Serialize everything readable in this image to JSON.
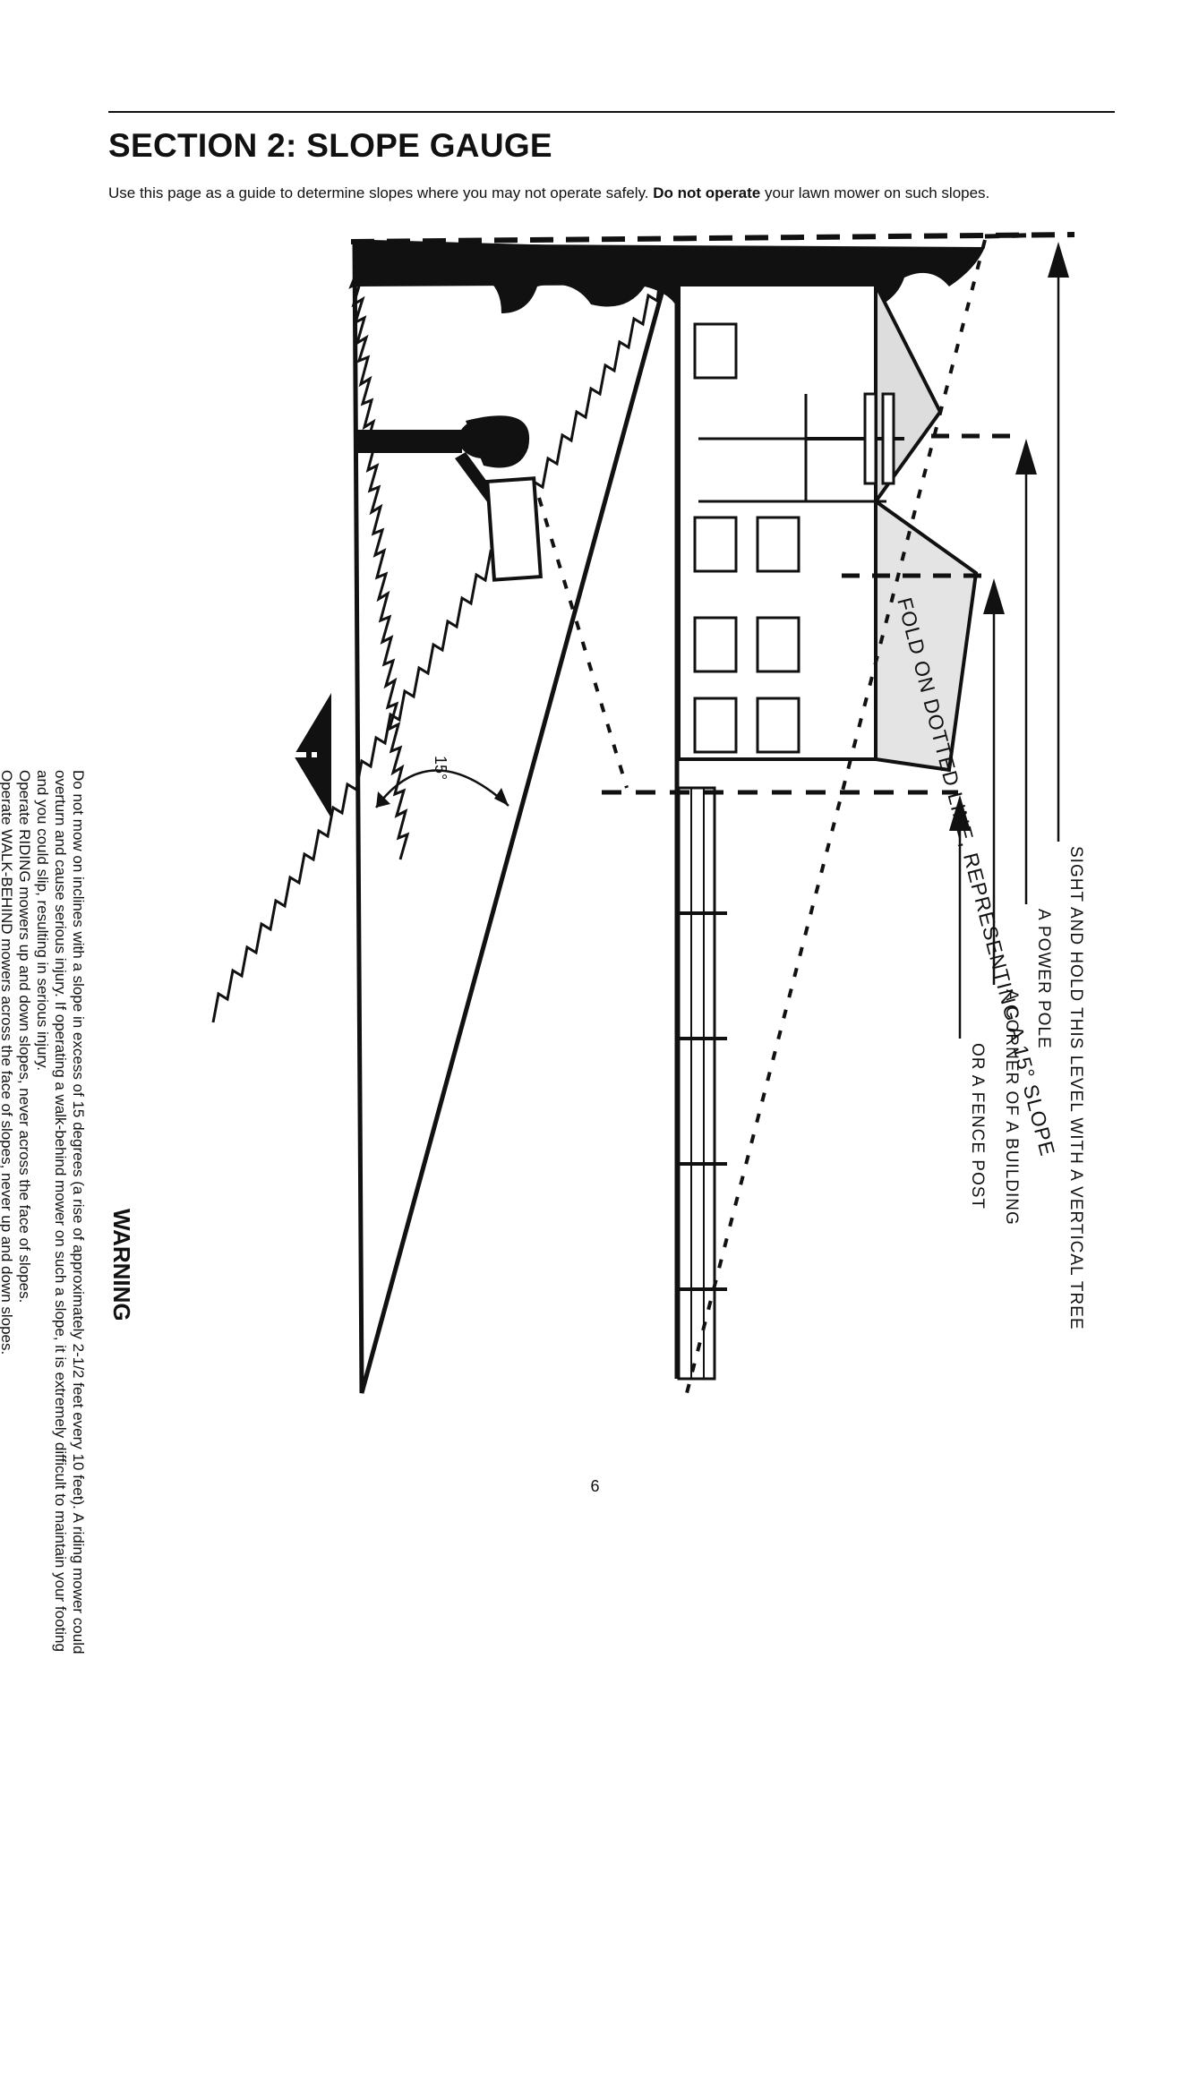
{
  "section": {
    "title": "SECTION 2: SLOPE GAUGE"
  },
  "intro": {
    "text_before": "Use this page as a guide to determine slopes where you may not operate safely. ",
    "bold": "Do not operate",
    "text_after": " your lawn mower on such slopes."
  },
  "warning": {
    "title": "WARNING",
    "icon": "warning-triangle-icon",
    "lines": [
      "Do not mow on inclines with a slope in excess of 15 degrees (a rise of approximately 2-1/2 feet every 10 feet). A riding mower could",
      "overturn and cause serious injury. If operating a walk-behind mower on such a slope, it is extremely difficult to maintain your footing",
      "and you could slip, resulting in serious injury.",
      "Operate RIDING mowers up and down slopes, never across the face of slopes.",
      "Operate WALK-BEHIND mowers across the face of slopes, never up and down slopes."
    ]
  },
  "diagram": {
    "angle_label": "15°",
    "fold_label": "FOLD ON DOTTED LINE, REPRESENTING A 15° SLOPE",
    "sight_lines": [
      "SIGHT AND HOLD THIS LEVEL WITH A VERTICAL TREE",
      "A POWER POLE",
      "A CORNER OF A BUILDING",
      "OR A FENCE POST"
    ]
  },
  "footer": {
    "page_number": "6"
  }
}
